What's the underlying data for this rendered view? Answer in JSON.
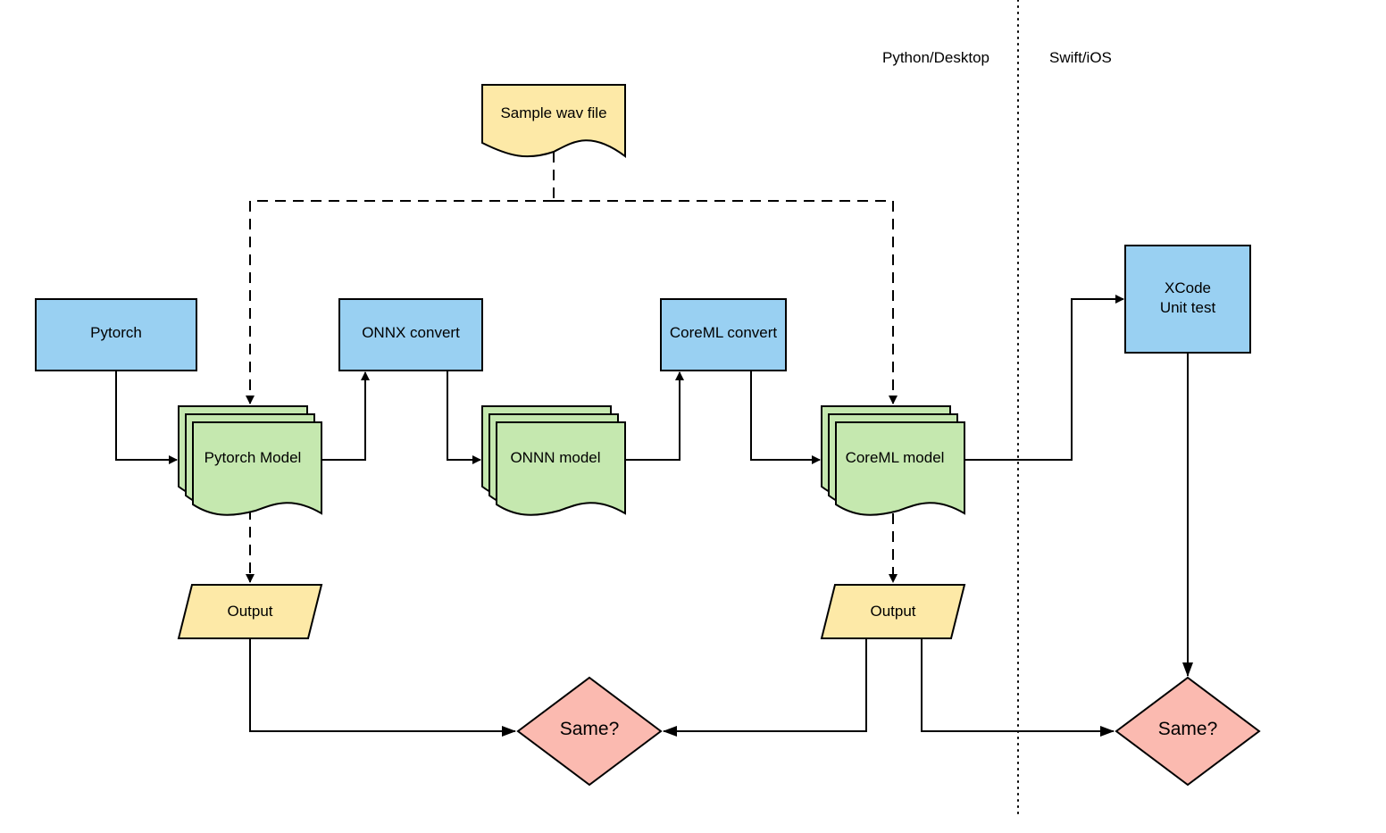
{
  "lanes": {
    "left": "Python/Desktop",
    "right": "Swift/iOS"
  },
  "nodes": {
    "sample_wav": "Sample wav file",
    "pytorch": "Pytorch",
    "onnx_convert": "ONNX convert",
    "coreml_convert": "CoreML convert",
    "xcode_line1": "XCode",
    "xcode_line2": "Unit test",
    "pytorch_model": "Pytorch Model",
    "onnx_model": "ONNN model",
    "coreml_model": "CoreML model",
    "output_left": "Output",
    "output_right": "Output",
    "same_left": "Same?",
    "same_right": "Same?"
  },
  "colors": {
    "process": "#99d0f2",
    "model": "#c5e8af",
    "data": "#fde9a7",
    "decision": "#fbbab0"
  }
}
